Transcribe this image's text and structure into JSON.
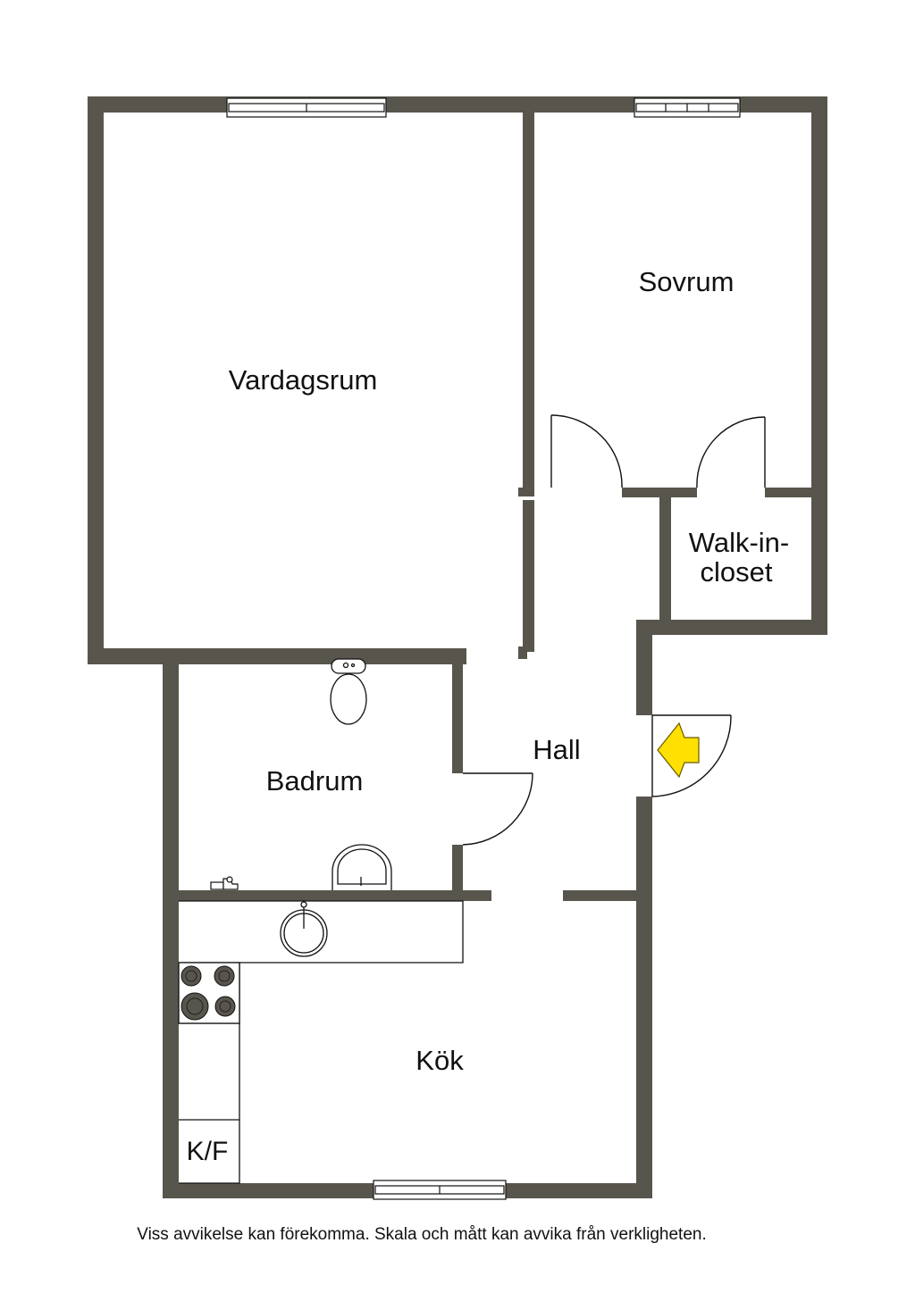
{
  "rooms": {
    "vardagsrum": "Vardagsrum",
    "sovrum": "Sovrum",
    "walk_in_line1": "Walk-in-",
    "walk_in_line2": "closet",
    "hall": "Hall",
    "badrum": "Badrum",
    "kok": "Kök"
  },
  "fixtures": {
    "fridge_freezer": "K/F"
  },
  "footer": {
    "disclaimer": "Viss avvikelse kan förekomma. Skala och mått kan avvika från verkligheten."
  },
  "colors": {
    "wall": "#58554d",
    "entrance_arrow": "#ffe000",
    "line": "#111111",
    "background": "#ffffff"
  },
  "icons": [
    "entrance-arrow-icon",
    "toilet-icon",
    "washbasin-icon",
    "kitchen-sink-icon",
    "stove-icon",
    "faucet-icon"
  ]
}
